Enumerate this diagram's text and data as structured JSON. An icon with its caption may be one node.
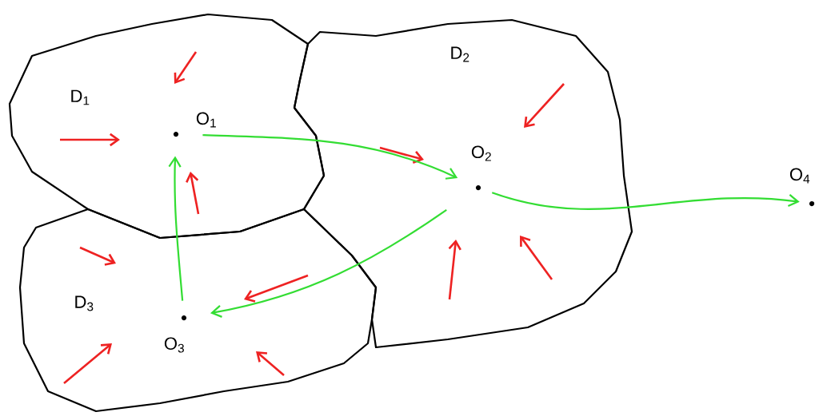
{
  "diagram": {
    "nodes": [
      {
        "text": [
          "D$_{1}$"
        ]
      },
      {
        "text": [
          "D$_{2}$"
        ]
      },
      {
        "text": [
          "D$_{3}$"
        ]
      },
      {
        "text": [
          "O$_{1}$"
        ],
        "in": 0
      },
      {
        "text": [
          "O$_{2}$"
        ],
        "in": 1
      },
      {
        "text": [
          "O$_{3}$"
        ],
        "in": 2
      },
      {
        "text": [
          "O$_{4}$"
        ]
      }
    ],
    "edges": [
      {
        "from": 3,
        "to": 4,
        "arrow": "to"
      },
      {
        "from": 4,
        "to": 5,
        "arrow": "to"
      },
      {
        "from": 5,
        "to": 3,
        "arrow": "to"
      },
      {
        "from": 4,
        "to": 6,
        "arrow": "to"
      }
    ]
  }
}
